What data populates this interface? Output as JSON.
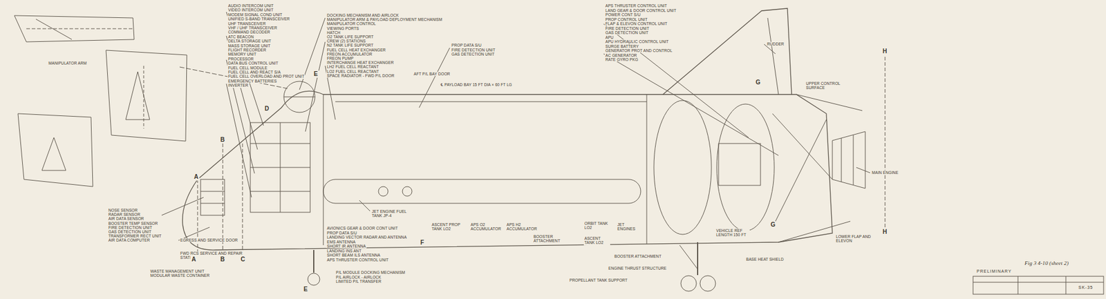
{
  "diagram": {
    "labels": [
      "AUDIO INTERCOM UNIT",
      "VIDEO INTERCOM UNIT",
      "MODEM SIGNAL COND UNIT",
      "UNIFIED S-BAND TRANSCEIVER",
      "UHF TRANSCEIVER",
      "VHF / UHF TRANSCEIVER",
      "COMMAND DECODER",
      "ATC BEACON",
      "DELTA STORAGE UNIT",
      "MASS STORAGE UNIT",
      "FLIGHT RECORDER",
      "MEMORY UNIT",
      "PROCESSOR",
      "DATA BUS CONTROL UNIT",
      "FUEL CELL MODULE",
      "FUEL CELL AND REACT S/A",
      "FUEL CELL OVERLOAD AND PROT UNIT",
      "EMERGENCY BATTERIES",
      "INVERTER",
      "DOCKING MECHANISM AND AIRLOCK",
      "MANIPULATOR ARM & PAYLOAD DEPLOYMENT MECHANISM",
      "MANIPULATOR CONTROL",
      "VIEWING PORTS",
      "HATCH",
      "O2 TANK LIFE SUPPORT",
      "CREW (2) STATIONS",
      "N2 TANK LIFE SUPPORT",
      "FUEL CELL HEAT EXCHANGER",
      "FREON ACCUMULATOR",
      "FREON PUMP",
      "INTERCHANGE HEAT EXCHANGER",
      "LH2 FUEL CELL REACTANT",
      "LO2 FUEL CELL REACTANT",
      "SPACE RADIATOR - FWD P/L DOOR",
      "PROP DATA S/U",
      "FIRE DETECTION UNIT",
      "GAS DETECTION UNIT",
      "AFT P/L BAY DOOR",
      "℄ PAYLOAD BAY 15 FT DIA × 60 FT LG",
      "APS THRUSTER CONTROL UNIT",
      "LAND GEAR & DOOR CONTROL UNIT",
      "POWER CONT S/U",
      "PROP CONTROL UNIT",
      "FLAP & ELEVON CONTROL UNIT",
      "FIRE DETECTION UNIT",
      "GAS DETECTION UNIT",
      "APU",
      "APU HYDRAULIC CONTROL UNIT",
      "SURGE BATTERY",
      "GENERATOR PROT AND CONTROL",
      "AC GENERATOR",
      "RATE GYRO PKG",
      "RUDDER",
      "UPPER CONTROL SURFACE",
      "MAIN ENGINE",
      "LOWER FLAP AND ELEVON",
      "BASE HEAT SHIELD",
      "VEHICLE REF LENGTH 150 FT",
      "BOOSTER ATTACHMENT",
      "ENGINE THRUST STRUCTURE",
      "PROPELLANT TANK SUPPORT",
      "JET ENGINES",
      "ORBIT TANK LO2",
      "ASCENT TANK LO2",
      "BOOSTER ATTACHMENT",
      "APS H2 ACCUMULATOR",
      "APS O2 ACCUMULATOR",
      "ASCENT PROP TANK LO2",
      "JET ENGINE FUEL TANK JP-4",
      "NOSE SENSOR",
      "RADAR SENSOR",
      "AIR DATA SENSOR",
      "BOOSTER TEMP SENSOR",
      "FIRE DETECTION UNIT",
      "GAS DETECTION UNIT",
      "TRANSFORMER RECT UNIT",
      "AIR DATA COMPUTER",
      "EGRESS AND SERVICE DOOR",
      "FWD RCS SERVICE AND REPAIR STATION",
      "WASTE MANAGEMENT UNIT MODULAR WASTE CONTAINER",
      "AVIONICS GEAR & DOOR CONT UNIT",
      "PROP DATA S/U",
      "LANDING VECTOR RADAR AND ANTENNA",
      "EMS ANTENNA",
      "SHORT IR ANTENNA",
      "LANDING INS ANT",
      "SHORT BEAM ILS ANTENNA",
      "APS THRUSTER CONTROL UNIT",
      "P/L MODULE DOCKING MECHANISM",
      "P/L AIRLOCK - AIRLOCK",
      "LIMITED P/L TRANSFER",
      "PRELIMINARY",
      "Fig 3 4-10 (sheet 2)",
      "SK-35",
      "MANIPULATOR ARM",
      "A",
      "A",
      "B",
      "B",
      "C",
      "D",
      "E",
      "E",
      "F",
      "G",
      "G",
      "H",
      "H"
    ]
  }
}
